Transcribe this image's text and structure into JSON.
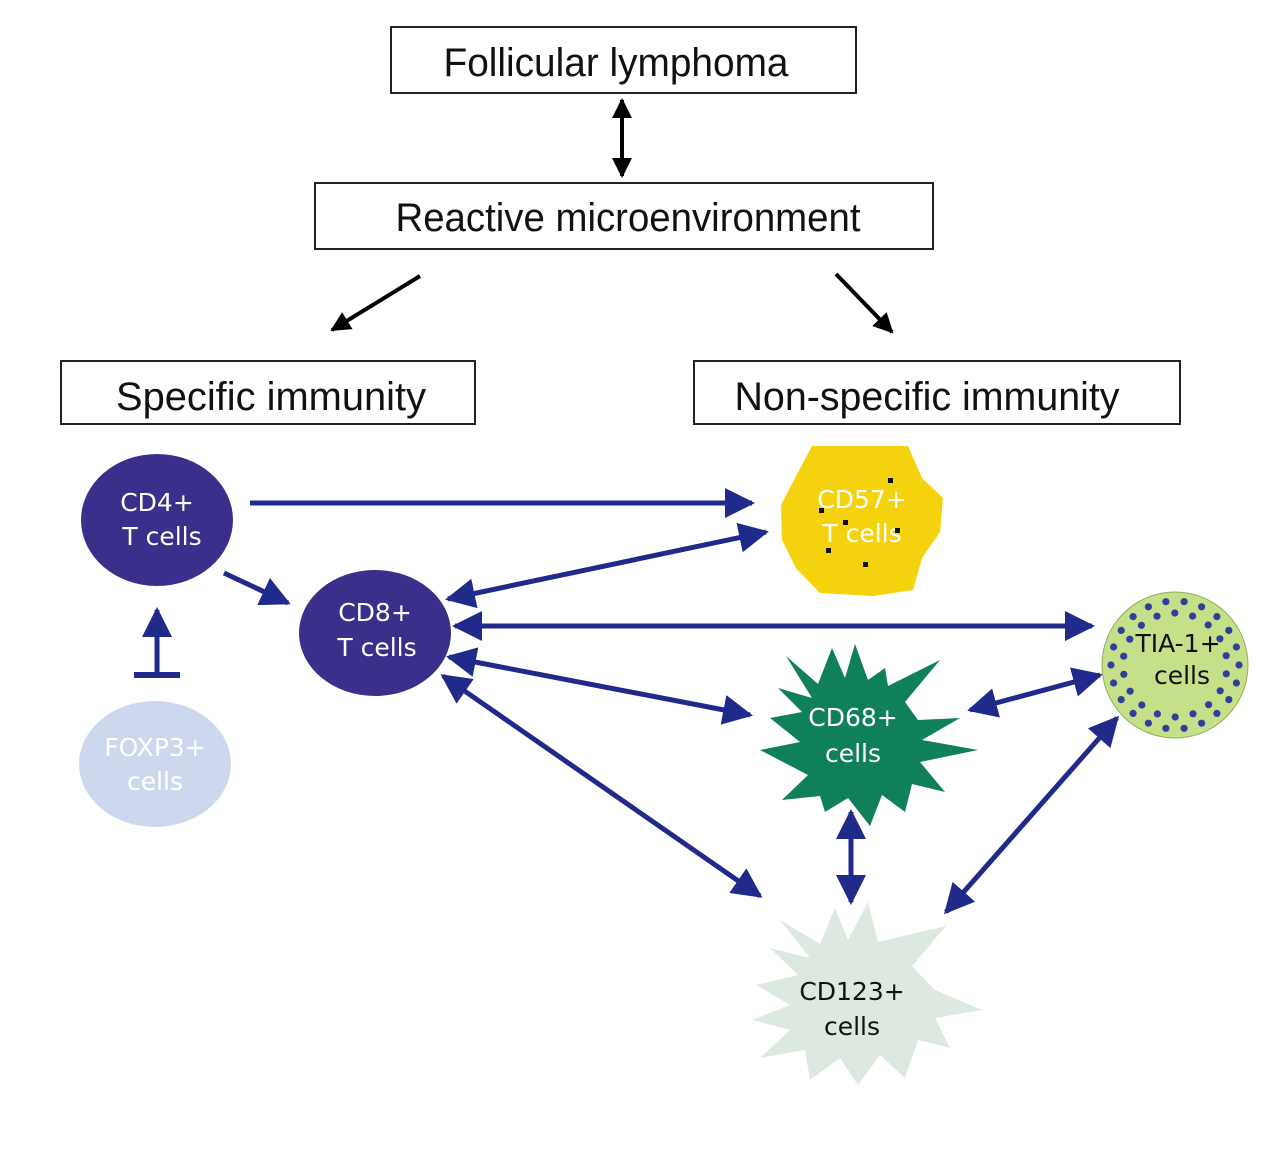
{
  "title_boxes": {
    "follicular_lymphoma": "Follicular lymphoma",
    "reactive_microenvironment": "Reactive microenvironment",
    "specific_immunity": "Specific immunity",
    "non_specific_immunity": "Non-specific immunity"
  },
  "cells": {
    "cd4": {
      "line1": "CD4+",
      "line2": "T cells",
      "color": "#3b2f8c",
      "text_color": "#ffffff"
    },
    "cd8": {
      "line1": "CD8+",
      "line2": "T cells",
      "color": "#3b2f8c",
      "text_color": "#ffffff"
    },
    "foxp3": {
      "line1": "FOXP3+",
      "line2": "cells",
      "color": "#cdd8ee",
      "text_color": "#ffffff"
    },
    "cd57": {
      "line1": "CD57+",
      "line2": "T cells",
      "color": "#f4d20e",
      "text_color": "#ffffff"
    },
    "tia1": {
      "line1": "TIA-1+",
      "line2": "cells",
      "color": "#c6e08a",
      "text_color": "#111111"
    },
    "cd68": {
      "line1": "CD68+",
      "line2": "cells",
      "color": "#0f7f5c",
      "text_color": "#ffffff"
    },
    "cd123": {
      "line1": "CD123+",
      "line2": "cells",
      "color": "#dde9e0",
      "text_color": "#111111"
    }
  },
  "colors": {
    "arrow_blue": "#1f2a8a",
    "arrow_black": "#000000",
    "box_border": "#222222"
  },
  "relations": [
    {
      "from": "Follicular lymphoma",
      "to": "Reactive microenvironment",
      "type": "bidirectional"
    },
    {
      "from": "Reactive microenvironment",
      "to": "Specific immunity",
      "type": "directed"
    },
    {
      "from": "Reactive microenvironment",
      "to": "Non-specific immunity",
      "type": "directed"
    },
    {
      "from": "CD4+ T cells",
      "to": "CD57+ T cells",
      "type": "directed"
    },
    {
      "from": "CD4+ T cells",
      "to": "CD8+ T cells",
      "type": "directed"
    },
    {
      "from": "FOXP3+ cells",
      "to": "CD4+ T cells",
      "type": "inhibitory"
    },
    {
      "from": "CD8+ T cells",
      "to": "CD57+ T cells",
      "type": "bidirectional"
    },
    {
      "from": "CD8+ T cells",
      "to": "TIA-1+ cells",
      "type": "bidirectional"
    },
    {
      "from": "CD8+ T cells",
      "to": "CD68+ cells",
      "type": "bidirectional"
    },
    {
      "from": "CD8+ T cells",
      "to": "CD123+ cells",
      "type": "bidirectional"
    },
    {
      "from": "CD68+ cells",
      "to": "TIA-1+ cells",
      "type": "bidirectional"
    },
    {
      "from": "CD68+ cells",
      "to": "CD123+ cells",
      "type": "bidirectional"
    },
    {
      "from": "TIA-1+ cells",
      "to": "CD123+ cells",
      "type": "bidirectional"
    }
  ]
}
